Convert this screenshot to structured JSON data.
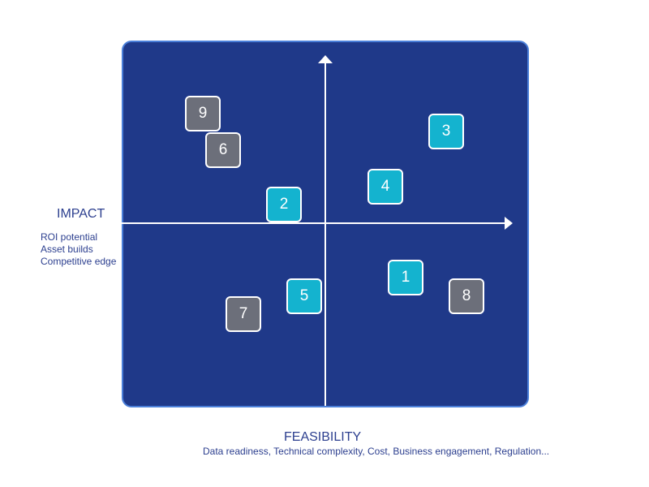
{
  "y_axis": {
    "title": "IMPACT",
    "items": [
      "ROI potential",
      "Asset builds",
      "Competitive edge"
    ]
  },
  "x_axis": {
    "title": "FEASIBILITY",
    "subtitle": "Data readiness, Technical complexity, Cost, Business engagement, Regulation..."
  },
  "colors": {
    "board": "#1f3989",
    "board_border": "#4a7fd9",
    "tile_cyan": "#14b3cf",
    "tile_grey": "#6c6f7a",
    "text": "#2c3f8f"
  },
  "tiles": [
    {
      "label": "9",
      "color": "grey"
    },
    {
      "label": "6",
      "color": "grey"
    },
    {
      "label": "3",
      "color": "cyan"
    },
    {
      "label": "4",
      "color": "cyan"
    },
    {
      "label": "2",
      "color": "cyan"
    },
    {
      "label": "1",
      "color": "cyan"
    },
    {
      "label": "8",
      "color": "grey"
    },
    {
      "label": "5",
      "color": "cyan"
    },
    {
      "label": "7",
      "color": "grey"
    }
  ]
}
